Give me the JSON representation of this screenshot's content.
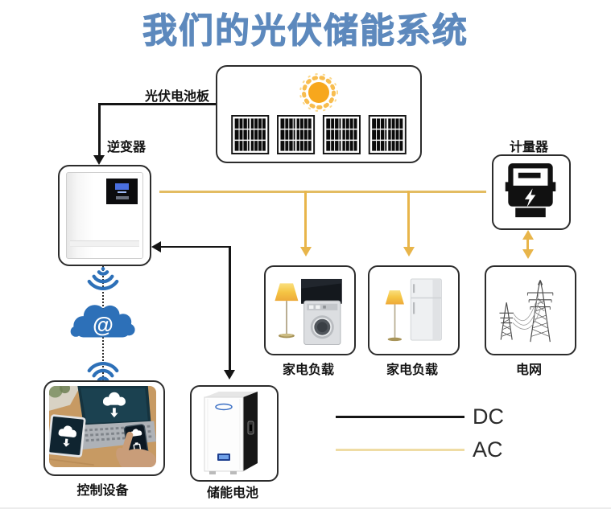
{
  "title": "我们的光伏储能系统",
  "nodes": {
    "pv_panel": {
      "label": "光伏电池板"
    },
    "inverter": {
      "label": "逆变器"
    },
    "meter": {
      "label": "计量器"
    },
    "load_tv": {
      "label": "家电负载"
    },
    "load_fridge": {
      "label": "家电负载"
    },
    "grid": {
      "label": "电网"
    },
    "control": {
      "label": "控制设备"
    },
    "battery": {
      "label": "储能电池"
    }
  },
  "cloud": {
    "symbol": "@"
  },
  "legend": {
    "dc_label": "DC",
    "ac_label": "AC"
  },
  "colors": {
    "title_text": "#5d89bd",
    "ac_line": "#e3bc62",
    "ac_arrow": "#e8b54a",
    "legend_ac": "#efdca4",
    "dc_line": "#151515",
    "brand_blue": "#2d70b8",
    "sun_core": "#f7a71d"
  }
}
